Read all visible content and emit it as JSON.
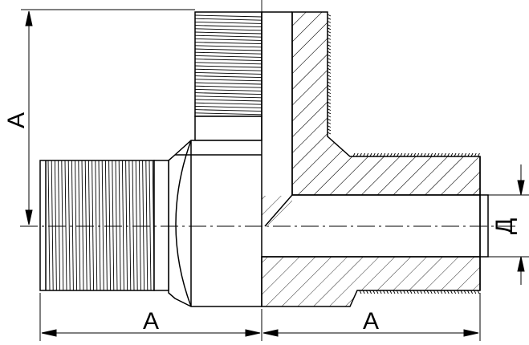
{
  "drawing": {
    "labels": {
      "height_dim": "А",
      "left_dim": "А",
      "right_dim": "А",
      "bore_dim": "Д"
    },
    "line_color": "#000000",
    "hatch_color": "#000000",
    "background": "#ffffff"
  }
}
